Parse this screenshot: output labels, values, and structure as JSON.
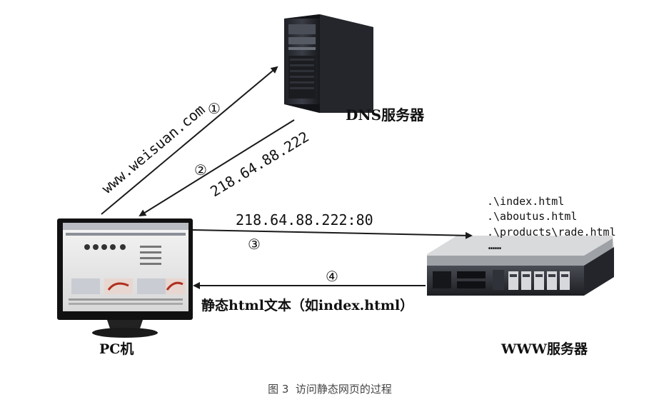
{
  "diagram": {
    "dns_server_label": "DNS服务器",
    "www_server_label": "WWW服务器",
    "pc_label": "PC机",
    "step1_marker": "①",
    "step1_text": "www.weisuan.com",
    "step2_marker": "②",
    "step2_text": "218.64.88.222",
    "step3_marker": "③",
    "step3_text": "218.64.88.222:80",
    "step4_marker": "④",
    "step4_text": "静态html文本（如index.html）",
    "www_files": [
      ".\\index.html",
      ".\\aboutus.html",
      ".\\products\\rade.html",
      "……"
    ]
  },
  "caption": "图 3  访问静态网页的过程",
  "colors": {
    "arrow": "#1a1a1a",
    "server_body": "#2b2d33",
    "caption": "#444444"
  }
}
